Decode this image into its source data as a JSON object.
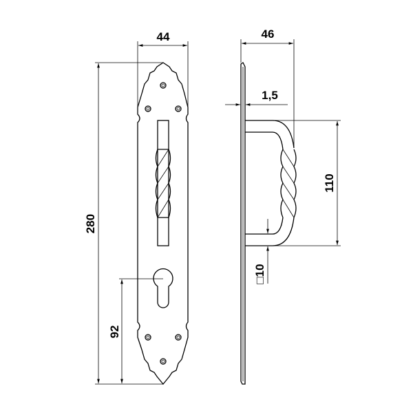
{
  "title": "Door pull handle on long plate - dimension drawing",
  "dimensions": {
    "plate_width": "44",
    "projection": "46",
    "plate_thickness": "1,5",
    "grip_length": "110",
    "plate_height": "280",
    "keyhole_height": "92",
    "bar_section": "□10"
  },
  "colors": {
    "line": "#000000",
    "background": "#ffffff"
  }
}
